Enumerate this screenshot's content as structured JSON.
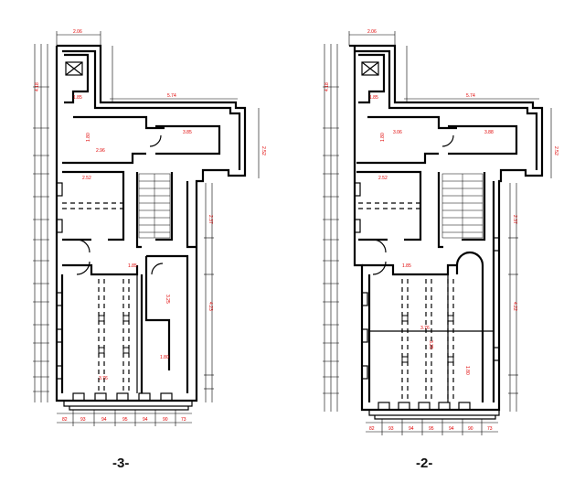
{
  "floors": [
    {
      "label": "-3-",
      "dims": {
        "top_width": "2.06",
        "upper_corridor": "5.74",
        "room_right": "3.85",
        "corridor_mid": "2.96",
        "right_wing_height": "2.52",
        "room_left": "2.52",
        "hall_width": "3.76",
        "small_a": "1.85",
        "small_b": "1.85",
        "left_v1": "4.18",
        "right_v1": "2.37",
        "right_v2": "4.23",
        "left_v2": "1.80",
        "mid_v": "3.25",
        "mid_v2": "1.80",
        "bottom_1": "82",
        "bottom_2": "93",
        "bottom_3": "94",
        "bottom_4": "95",
        "bottom_5": "94",
        "bottom_6": "90",
        "bottom_7": "73"
      }
    },
    {
      "label": "-2-",
      "dims": {
        "top_width": "2.06",
        "upper_corridor": "5.74",
        "room_right": "3.88",
        "corridor_mid": "3.06",
        "right_wing_height": "2.52",
        "room_left": "2.52",
        "hall_width": "3.76",
        "small_a": "1.85",
        "small_b": "1.85",
        "left_v1": "4.18",
        "right_v1": "2.37",
        "right_v2": "4.22",
        "left_v2": "1.80",
        "mid_v": "3.25",
        "mid_v2": "1.80",
        "bottom_1": "82",
        "bottom_2": "93",
        "bottom_3": "94",
        "bottom_4": "95",
        "bottom_5": "94",
        "bottom_6": "90",
        "bottom_7": "73"
      }
    }
  ]
}
